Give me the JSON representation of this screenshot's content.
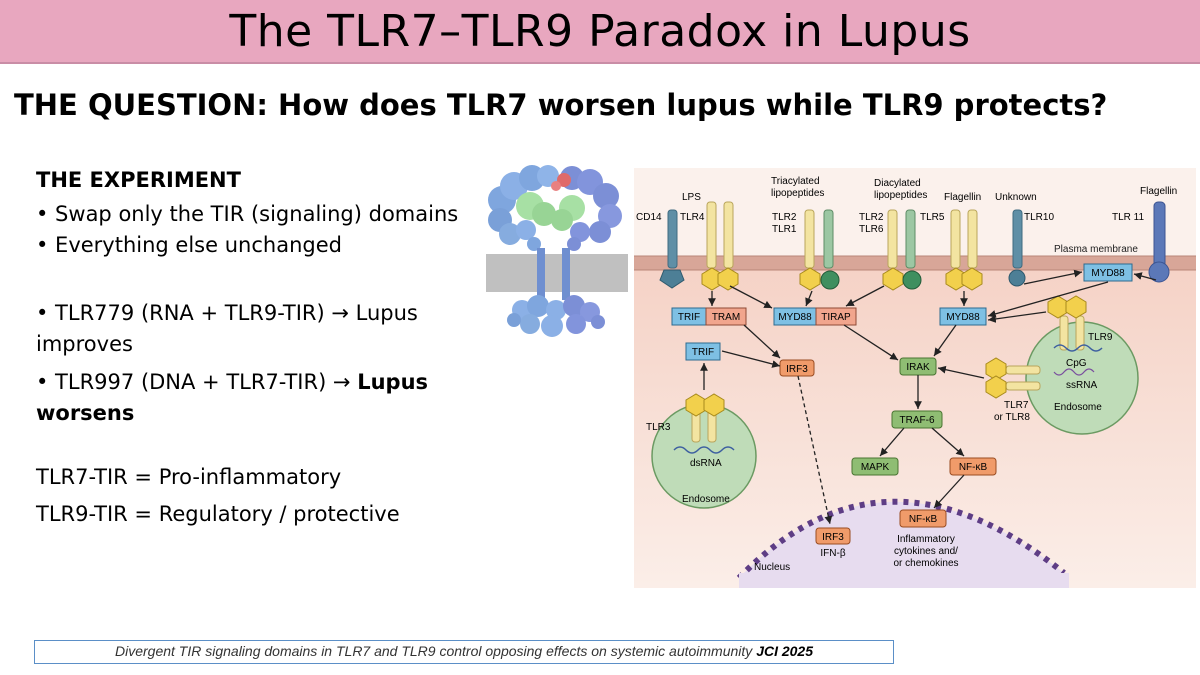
{
  "slide": {
    "title": "The TLR7–TLR9 Paradox in Lupus",
    "question": "THE QUESTION: How does TLR7 worsen lupus while TLR9 protects?",
    "experiment_title": "THE EXPERIMENT",
    "bullets": [
      "• Swap only the TIR (signaling) domains",
      "• Everything else unchanged"
    ],
    "result_1": "• TLR779 (RNA + TLR9-TIR) → Lupus improves",
    "result_2_prefix": "• TLR997 (DNA + TLR7-TIR) → ",
    "result_2_bold": "Lupus worsens",
    "conclusion_1": "TLR7-TIR = Pro-inflammatory",
    "conclusion_2": "TLR9-TIR = Regulatory / protective",
    "citation_text": "Divergent TIR signaling domains in TLR7 and TLR9 control opposing effects on systemic autoimmunity ",
    "citation_journal": "JCI 2025"
  },
  "pathway": {
    "ligands": {
      "lps": "LPS",
      "tri_1": "Triacylated",
      "tri_2": "lipopeptides",
      "di_1": "Diacylated",
      "di_2": "lipopeptides",
      "flagellin": "Flagellin",
      "unknown": "Unknown",
      "flagellin_2": "Flagellin"
    },
    "receptors": {
      "cd14": "CD14",
      "tlr4": "TLR4",
      "tlr2a": "TLR2",
      "tlr1": "TLR1",
      "tlr2b": "TLR2",
      "tlr6": "TLR6",
      "tlr5": "TLR5",
      "tlr10": "TLR10",
      "tlr11": "TLR 11",
      "tlr9": "TLR9",
      "tlr3": "TLR3",
      "tlr7_1": "TLR7",
      "tlr7_2": "or TLR8"
    },
    "membrane": "Plasma membrane",
    "nodes": {
      "trif": "TRIF",
      "tram": "TRAM",
      "myd88_a": "MYD88",
      "tirap": "TIRAP",
      "myd88_b": "MYD88",
      "myd88_c": "MYD88",
      "trif_2": "TRIF",
      "irf3": "IRF3",
      "irak": "IRAK",
      "traf6": "TRAF-6",
      "mapk": "MAPK",
      "nfkb": "NF-κB",
      "irf3_nuc": "IRF3",
      "nfkb_nuc": "NF-κB"
    },
    "labels": {
      "cpg": "CpG",
      "ssrna": "ssRNA",
      "endosome_1": "Endosome",
      "dsrna": "dsRNA",
      "endosome_2": "Endosome",
      "nucleus": "Nucleus",
      "ifnb": "IFN-β",
      "cyto_1": "Inflammatory",
      "cyto_2": "cytokines and/",
      "cyto_3": "or chemokines"
    }
  }
}
